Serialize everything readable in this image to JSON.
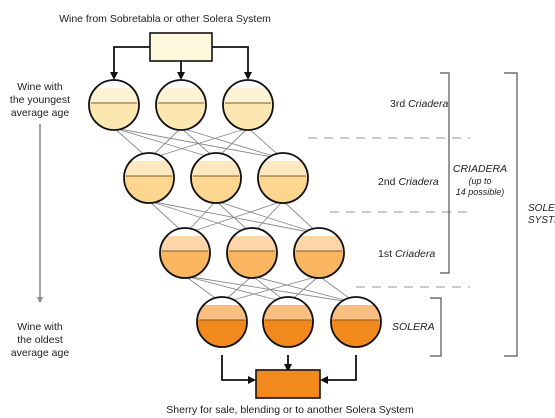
{
  "colors": {
    "barrel_outline": "#111111",
    "wine_row_3": "#fde7b0",
    "wine_row_2": "#fcd58f",
    "wine_row_1": "#f9b560",
    "wine_solera": "#f2891c",
    "top_tank_fill": "#fff8dd",
    "bottom_tank_fill": "#f2891c",
    "transfer_arrows": "#8a8a8a",
    "main_arrows": "#111111"
  },
  "text": {
    "top_source": "Wine from Sobretabla or other Solera System",
    "bottom_output": "Sherry for sale, blending or to another Solera System",
    "youngest_line1": "Wine with",
    "youngest_line2": "the youngest",
    "youngest_line3": "average age",
    "oldest_line1": "Wine with",
    "oldest_line2": "the oldest",
    "oldest_line3": "average age",
    "row3_prefix": "3rd ",
    "row3_italic": "Criadera",
    "row2_prefix": "2nd ",
    "row2_italic": "Criadera",
    "row1_prefix": "1st ",
    "row1_italic": "Criadera",
    "solera_label": "SOLERA",
    "criadera_title": "CRIADERA",
    "criadera_note1": "(up to",
    "criadera_note2": "14 possible)",
    "system_line1": "SOLERA",
    "system_line2": "SYSTEM"
  }
}
